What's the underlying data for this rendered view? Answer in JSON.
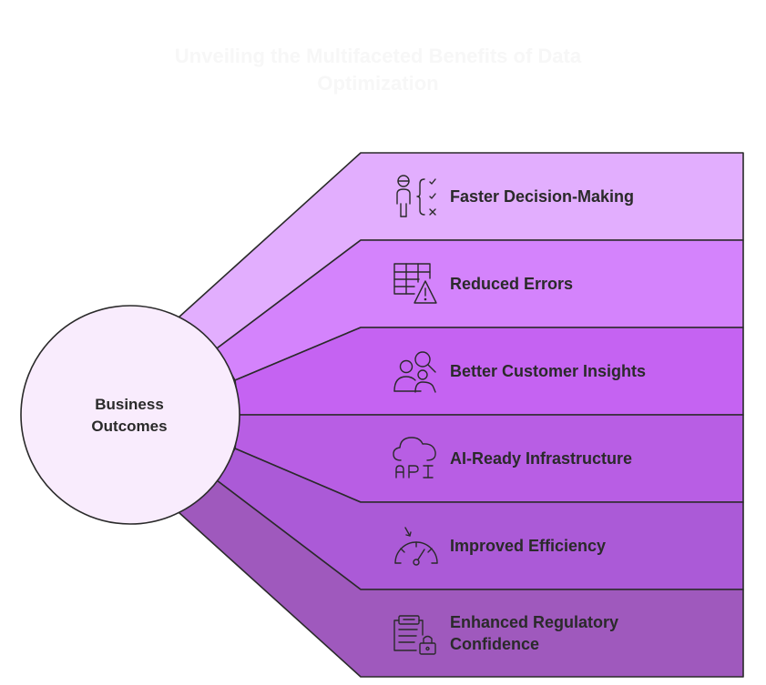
{
  "title": {
    "line1": "Unveiling the Multifaceted Benefits of Data",
    "line2": "Optimization"
  },
  "hub": {
    "line1": "Business",
    "line2": "Outcomes"
  },
  "colors": {
    "hub_fill": "#f9ecfd",
    "stroke": "#2a2a2a",
    "band1": "#e2aefe",
    "band2": "#d483fc",
    "band3": "#c563f2",
    "band4": "#b85ee4",
    "band5": "#ab5ad7",
    "band6": "#9f59bd"
  },
  "items": [
    {
      "lines": [
        "Faster Decision-Making"
      ],
      "icon": "decision-person-icon"
    },
    {
      "lines": [
        "Reduced Errors"
      ],
      "icon": "table-warning-icon"
    },
    {
      "lines": [
        "Better Customer Insights"
      ],
      "icon": "users-search-icon"
    },
    {
      "lines": [
        "AI-Ready Infrastructure"
      ],
      "icon": "cloud-api-icon"
    },
    {
      "lines": [
        "Improved Efficiency"
      ],
      "icon": "speedometer-icon"
    },
    {
      "lines": [
        "Enhanced Regulatory",
        "Confidence"
      ],
      "icon": "clipboard-lock-icon"
    }
  ]
}
